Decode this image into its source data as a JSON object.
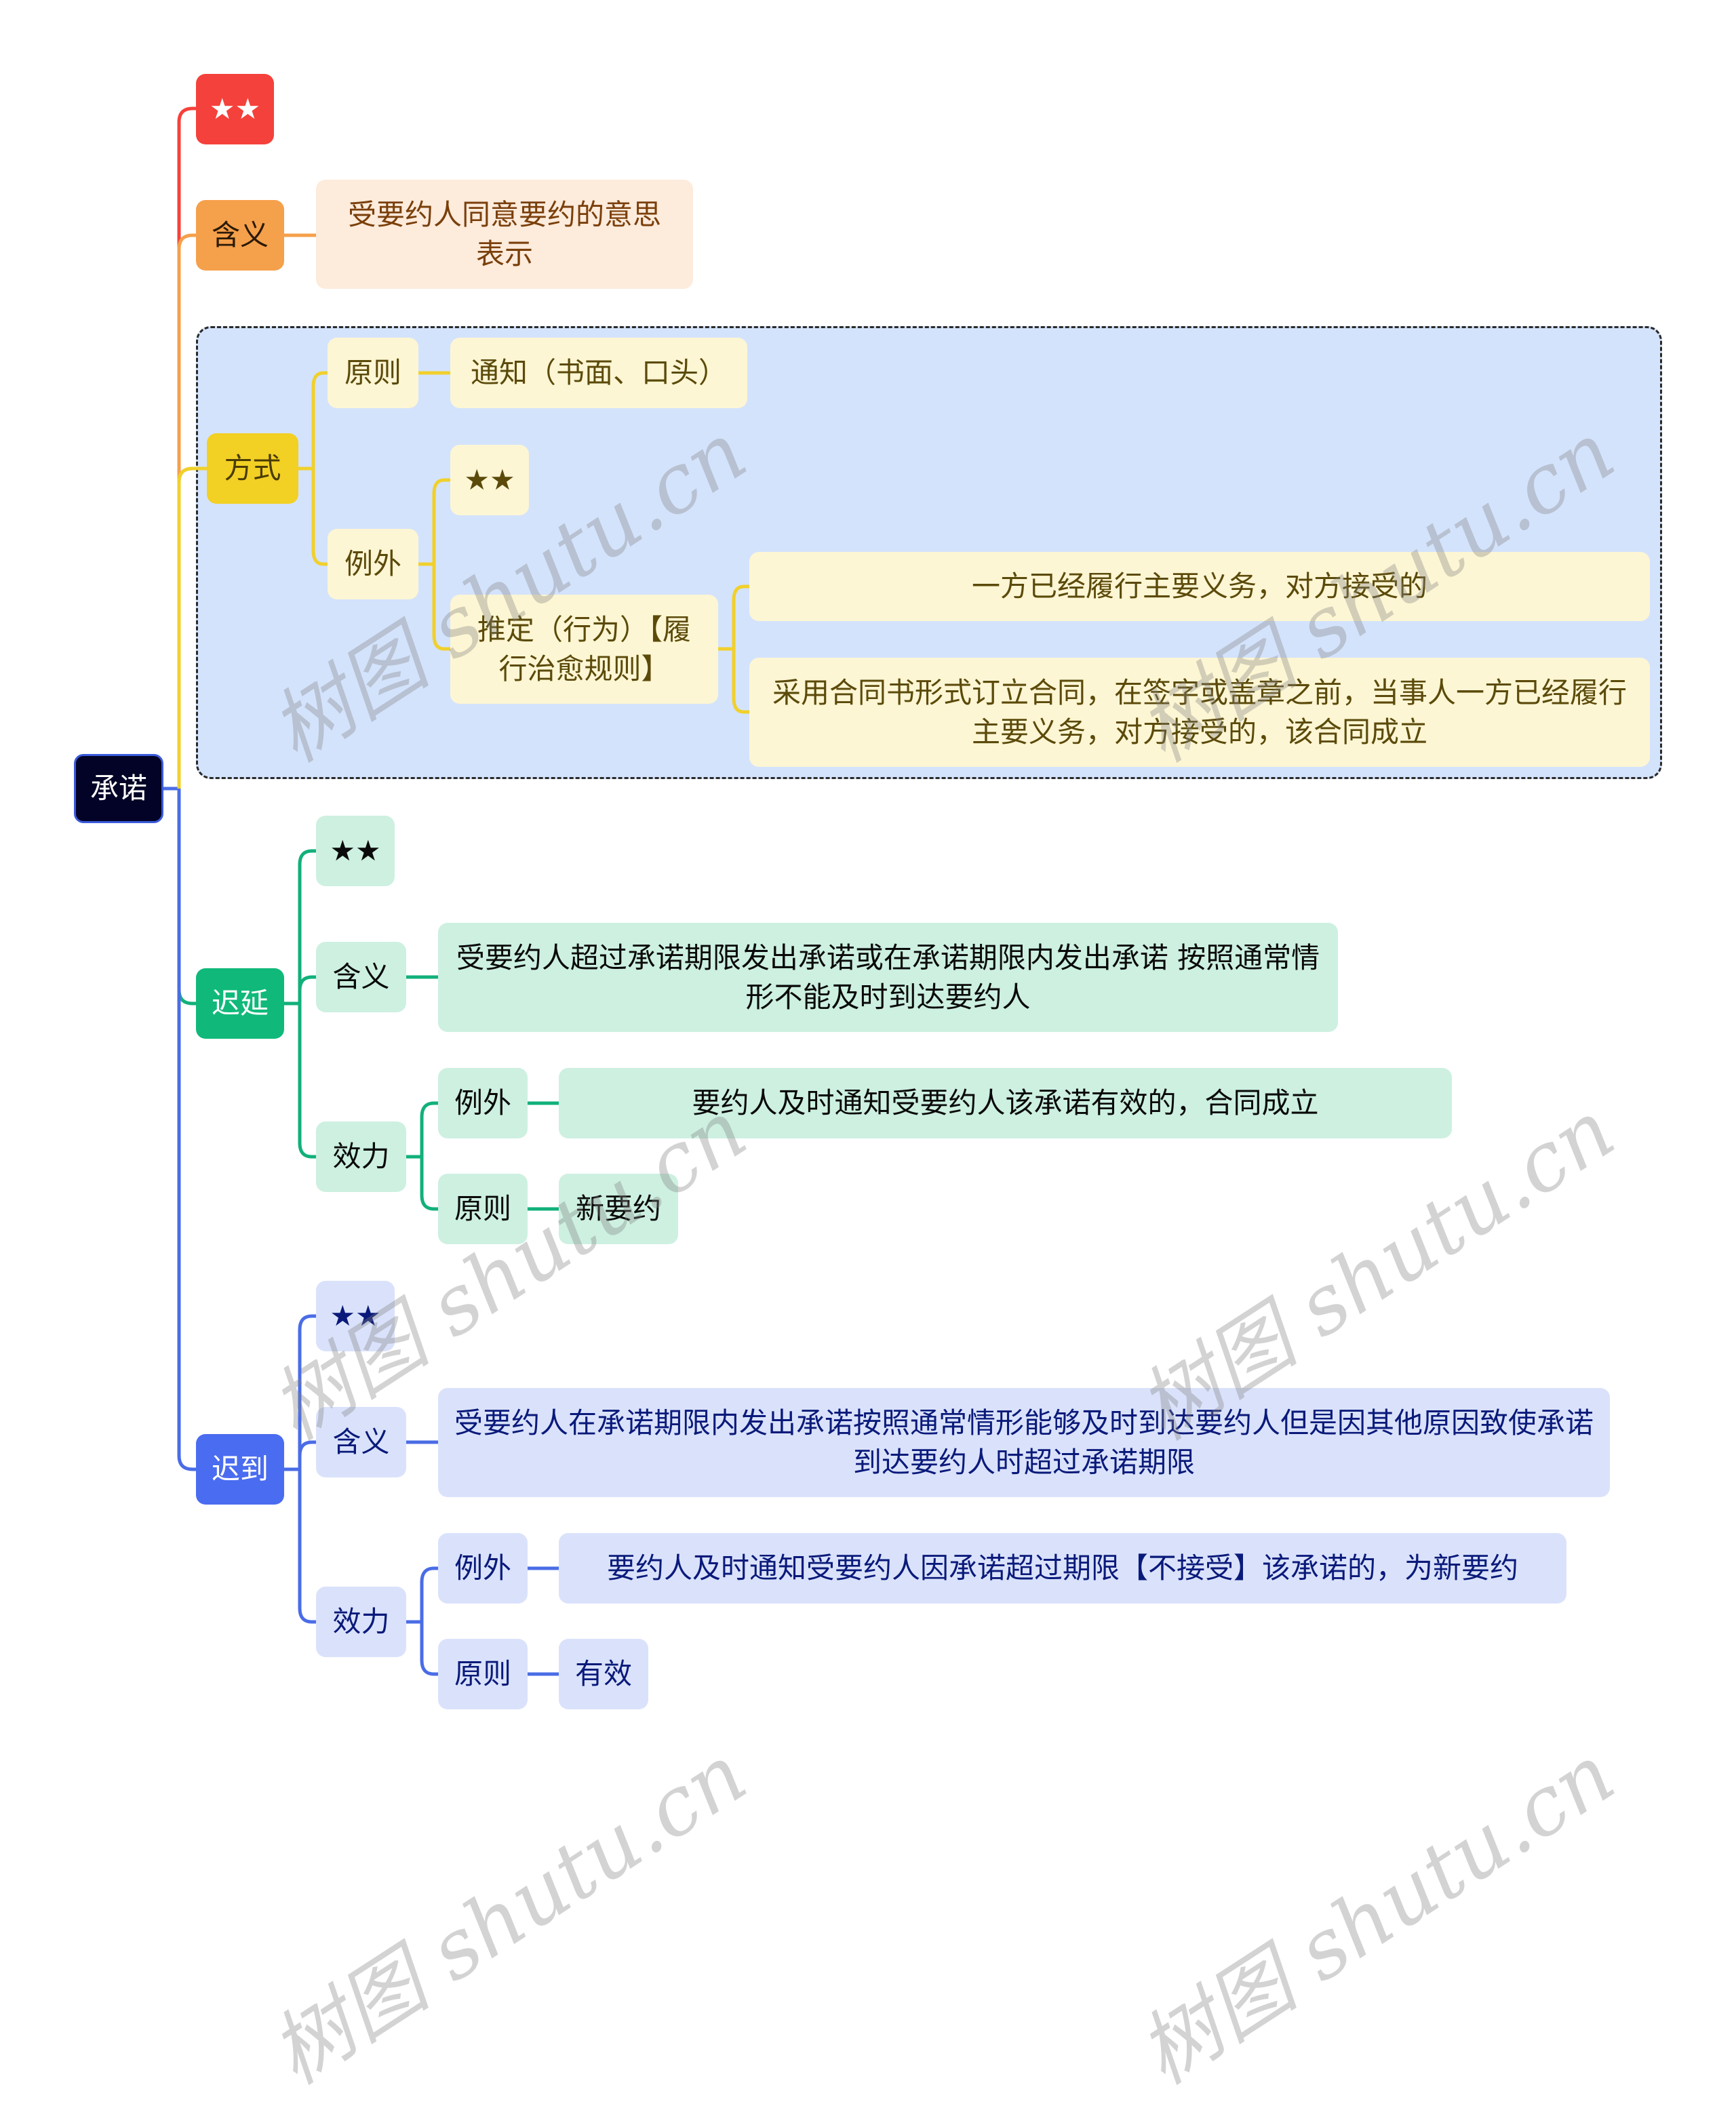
{
  "root": {
    "label": "承诺"
  },
  "branches": {
    "key": {
      "label": "★★"
    },
    "meaning": {
      "label": "含义",
      "text": "受要约人同意要约的意思表示"
    },
    "method": {
      "label": "方式",
      "principle": {
        "label": "原则",
        "text": "通知（书面、口头）"
      },
      "exception": {
        "label": "例外",
        "stars": "★★",
        "inferred": {
          "label": "推定（行为）【履行治愈规则】",
          "items": [
            "一方已经履行主要义务，对方接受的",
            "采用合同书形式订立合同，在签字或盖章之前，当事人一方已经履行主要义务，对方接受的，该合同成立"
          ]
        }
      }
    },
    "delayed": {
      "label": "迟延",
      "stars": "★★",
      "meaning": {
        "label": "含义",
        "text": "受要约人超过承诺期限发出承诺或在承诺期限内发出承诺 按照通常情形不能及时到达要约人"
      },
      "effect": {
        "label": "效力",
        "exception": {
          "label": "例外",
          "text": "要约人及时通知受要约人该承诺有效的，合同成立"
        },
        "principle": {
          "label": "原则",
          "text": "新要约"
        }
      }
    },
    "late": {
      "label": "迟到",
      "stars": "★★",
      "meaning": {
        "label": "含义",
        "text": "受要约人在承诺期限内发出承诺按照通常情形能够及时到达要约人但是因其他原因致使承诺到达要约人时超过承诺期限"
      },
      "effect": {
        "label": "效力",
        "exception": {
          "label": "例外",
          "text": "要约人及时通知受要约人因承诺超过期限【不接受】该承诺的，为新要约"
        },
        "principle": {
          "label": "原则",
          "text": "有效"
        }
      }
    }
  },
  "watermark": "树图 shutu.cn",
  "colors": {
    "root": "#020326",
    "red": "#f5413b",
    "orange": "#f5a04b",
    "yellow": "#f2d024",
    "green": "#10b97a",
    "blue": "#4a6cf0",
    "group_bg": "#d4e3fc"
  }
}
